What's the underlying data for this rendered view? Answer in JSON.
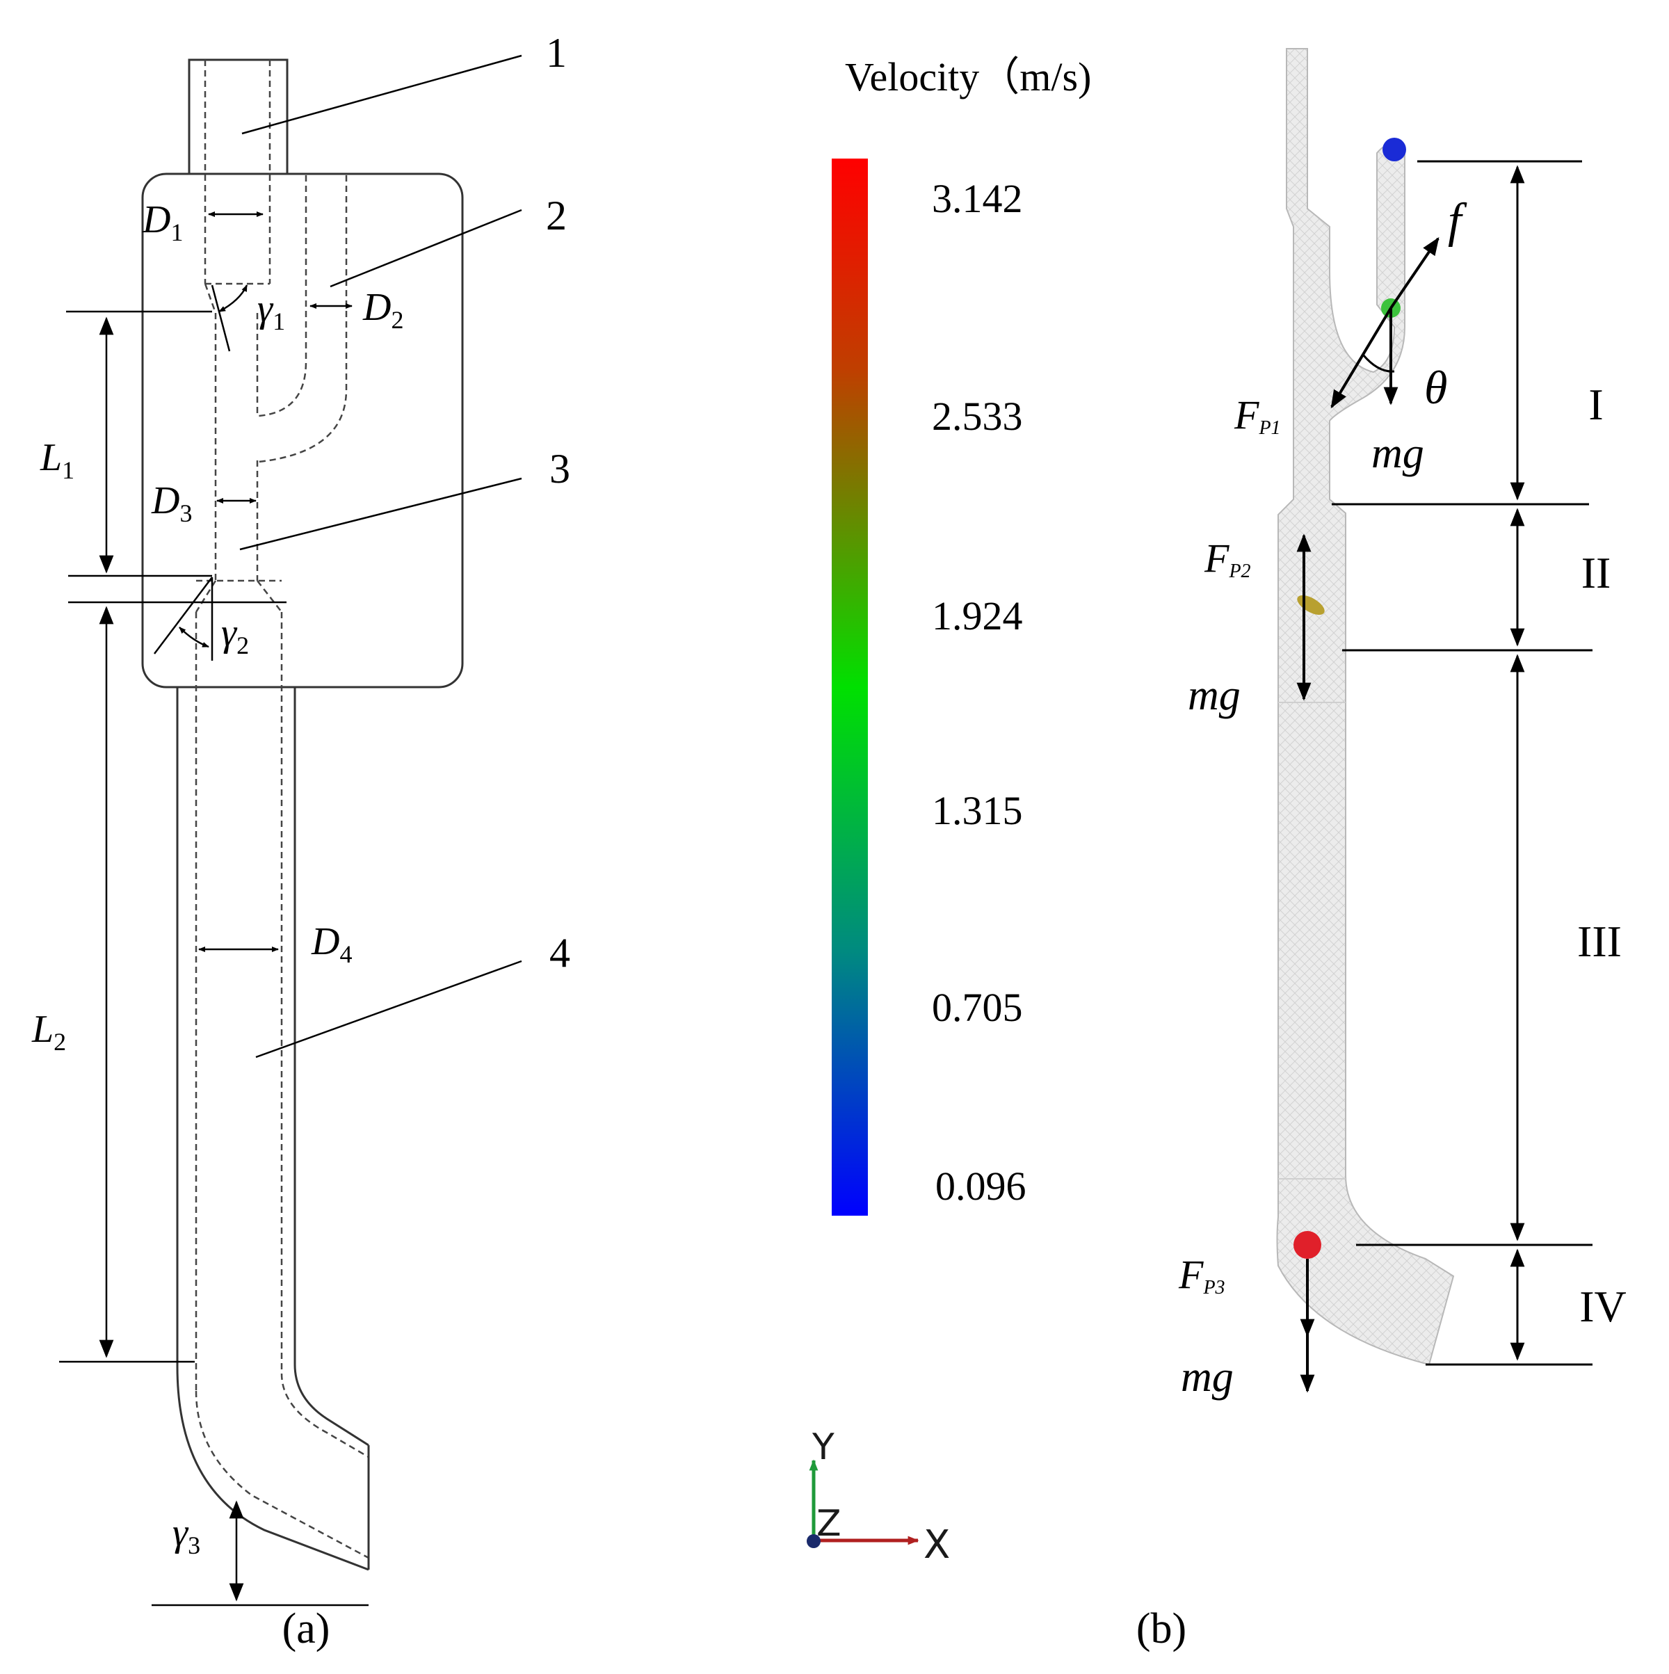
{
  "panel_a": {
    "caption": "(a)",
    "callouts": [
      "1",
      "2",
      "3",
      "4"
    ],
    "dims": {
      "D1": {
        "base": "D",
        "sub": "1"
      },
      "D2": {
        "base": "D",
        "sub": "2"
      },
      "D3": {
        "base": "D",
        "sub": "3"
      },
      "D4": {
        "base": "D",
        "sub": "4"
      },
      "L1": {
        "base": "L",
        "sub": "1"
      },
      "L2": {
        "base": "L",
        "sub": "2"
      },
      "g1": {
        "base": "γ",
        "sub": "1"
      },
      "g2": {
        "base": "γ",
        "sub": "2"
      },
      "g3": {
        "base": "γ",
        "sub": "3"
      }
    }
  },
  "colorbar": {
    "title": "Velocity（m/s)",
    "ticks": [
      "3.142",
      "2.533",
      "1.924",
      "1.315",
      "0.705",
      "0.096"
    ],
    "colors": [
      "#ff0000",
      "#bf3f00",
      "#00e000",
      "#008a80",
      "#0000ff"
    ]
  },
  "axes_triad": {
    "y": "Y",
    "z": "Z",
    "x": "X"
  },
  "panel_b": {
    "caption": "(b)",
    "forces": {
      "f": "f",
      "theta": "θ",
      "fp1": {
        "base": "F",
        "sub": "P1"
      },
      "fp2": {
        "base": "F",
        "sub": "P2"
      },
      "fp3": {
        "base": "F",
        "sub": "P3"
      },
      "mg": "mg"
    },
    "zones": [
      "I",
      "II",
      "III",
      "IV"
    ],
    "particle_colors": [
      "#1a2bd6",
      "#3cc23c",
      "#b8a030",
      "#e0202a"
    ]
  }
}
